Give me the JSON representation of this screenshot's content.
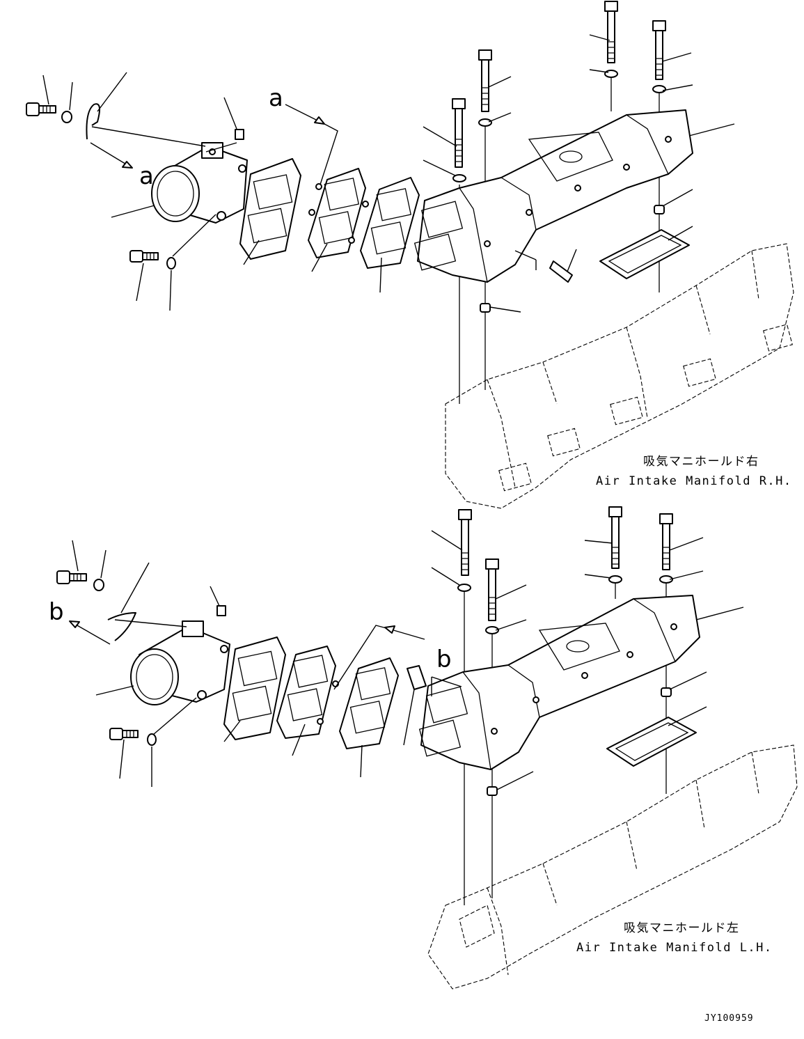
{
  "labels": {
    "rh_jp": "吸気マニホールド右",
    "rh_en": "Air Intake Manifold R.H.",
    "lh_jp": "吸気マニホールド左",
    "lh_en": "Air Intake Manifold L.H.",
    "ref_a": "a",
    "ref_b": "b",
    "drawing_code": "JY100959"
  }
}
